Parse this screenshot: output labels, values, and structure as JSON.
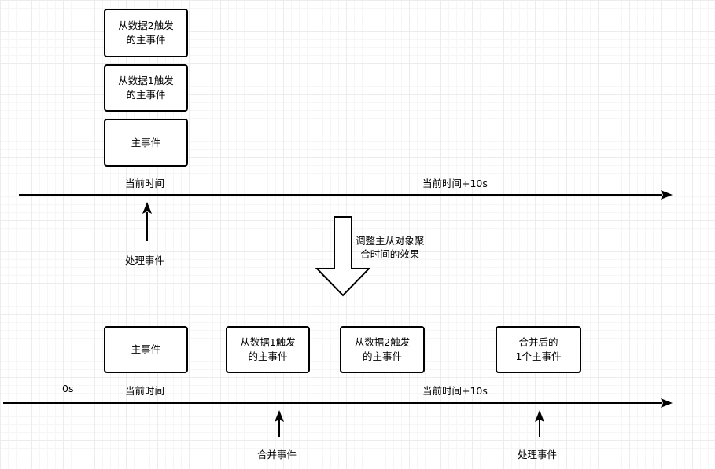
{
  "top": {
    "boxes": {
      "event_data2": "从数据2触发\n的主事件",
      "event_data1": "从数据1触发\n的主事件",
      "main_event": "主事件"
    },
    "labels": {
      "current_time": "当前时间",
      "current_plus_10s": "当前时间+10s",
      "process_event": "处理事件"
    }
  },
  "transition": {
    "caption": "调整主从对象聚\n合时间的效果"
  },
  "bottom": {
    "boxes": {
      "main_event": "主事件",
      "event_data1": "从数据1触发\n的主事件",
      "event_data2": "从数据2触发\n的主事件",
      "merged_event": "合并后的\n1个主事件"
    },
    "labels": {
      "zero": "0s",
      "current_time": "当前时间",
      "current_plus_10s": "当前时间+10s",
      "merge_event": "合并事件",
      "process_event": "处理事件"
    }
  }
}
